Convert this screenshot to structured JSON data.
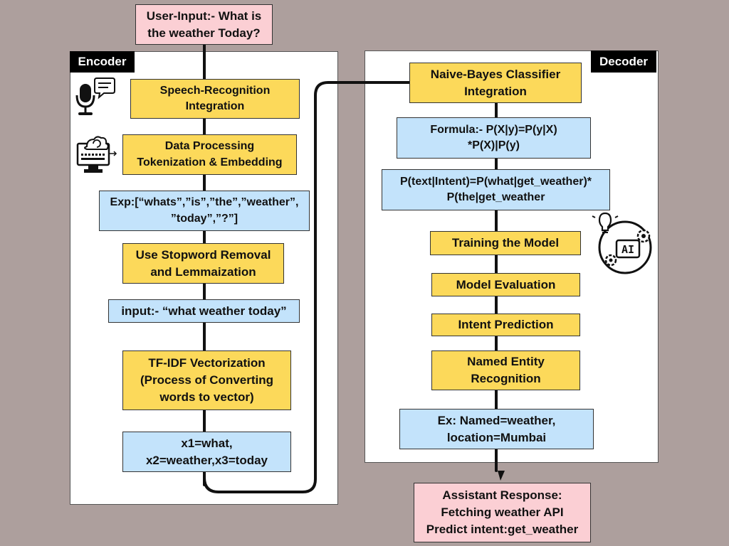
{
  "colors": {
    "background": "#ad9f9d",
    "process_box": "#fcd95a",
    "example_box": "#c3e3fb",
    "io_box": "#fbcfd4",
    "panel": "#ffffff",
    "label": "#000000"
  },
  "user_input": {
    "line1": "User-Input:- What is",
    "line2": "the weather Today?"
  },
  "encoder": {
    "label": "Encoder",
    "icons": [
      "microphone-chat-icon",
      "computer-cloud-sync-icon"
    ],
    "speech_recognition": {
      "line1": "Speech-Recognition",
      "line2": "Integration"
    },
    "data_processing": {
      "line1": "Data Processing",
      "line2": "Tokenization & Embedding"
    },
    "token_example": {
      "line1": "Exp:[“whats”,”is”,”the”,”weather”,",
      "line2": "”today”,”?”]"
    },
    "stopword": {
      "line1": "Use Stopword Removal",
      "line2": "and Lemmaization"
    },
    "cleaned_input": {
      "line1": "input:- “what weather today”"
    },
    "tfidf": {
      "line1": "TF-IDF Vectorization",
      "line2": "(Process of Converting",
      "line3": "words to vector)"
    },
    "vector_example": {
      "line1": "x1=what,",
      "line2": "x2=weather,x3=today"
    }
  },
  "decoder": {
    "label": "Decoder",
    "icons": [
      "ai-lightbulb-gear-icon"
    ],
    "naive_bayes": {
      "line1": "Naive-Bayes Classifier",
      "line2": "Integration"
    },
    "formula": {
      "line1": "Formula:- P(X|y)=P(y|X)",
      "line2": "*P(X)|P(y)"
    },
    "formula_example": {
      "line1": "P(text|Intent)=P(what|get_weather)*",
      "line2": "P(the|get_weather"
    },
    "training": {
      "line1": "Training the Model"
    },
    "evaluation": {
      "line1": "Model Evaluation"
    },
    "intent_prediction": {
      "line1": "Intent Prediction"
    },
    "ner": {
      "line1": "Named Entity",
      "line2": "Recognition"
    },
    "ner_example": {
      "line1": "Ex: Named=weather,",
      "line2": "location=Mumbai"
    }
  },
  "assistant_response": {
    "line1": "Assistant Response:",
    "line2": "Fetching weather API",
    "line3": "Predict intent:get_weather"
  }
}
